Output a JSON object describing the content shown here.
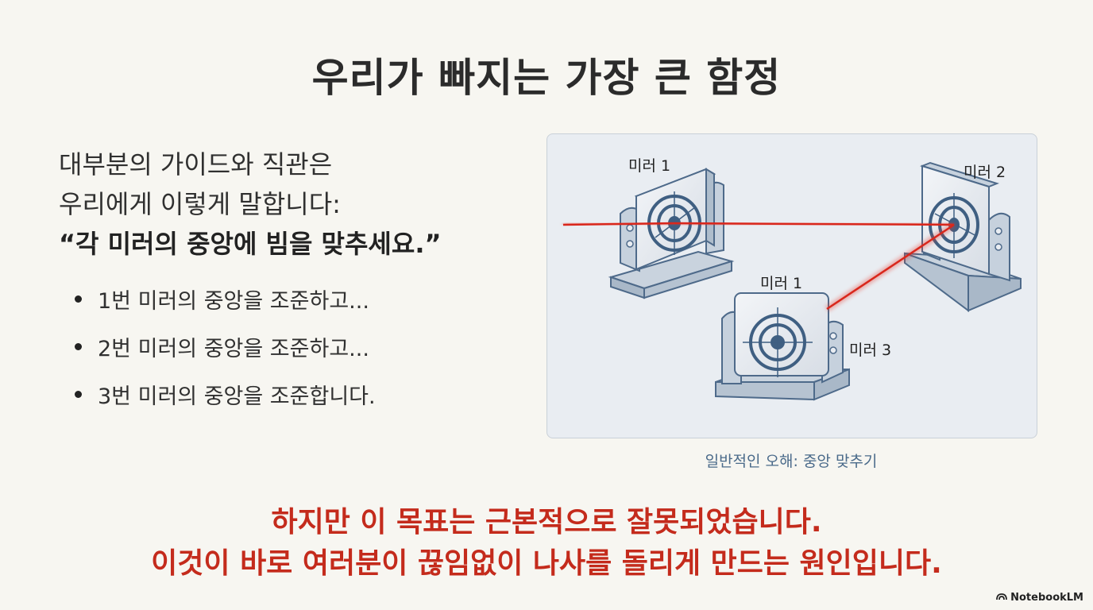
{
  "title": "우리가 빠지는 가장 큰 함정",
  "intro": {
    "line1": "대부분의 가이드와 직관은",
    "line2": "우리에게 이렇게 말합니다:",
    "quote": "“각 미러의 중앙에 빔을 맞추세요.”"
  },
  "bullets": [
    "1번 미러의 중앙을 조준하고...",
    "2번 미러의 중앙을 조준하고...",
    "3번 미러의 중앙을 조준합니다."
  ],
  "diagram": {
    "labels": {
      "mirror_top_left": "미러 1",
      "mirror_right": "미러 2",
      "mirror_bottom": "미러 1",
      "mirror_bottom_side": "미러 3"
    },
    "beam_color": "#d9271c",
    "caption": "일반적인 오해: 중앙 맞추기"
  },
  "warning": {
    "line1": "하지만 이 목표는 근본적으로 잘못되었습니다.",
    "line2": "이것이 바로 여러분이 끊임없이 나사를 돌리게 만드는 원인입니다."
  },
  "brand": {
    "icon": "notebooklm-icon",
    "name": "NotebookLM"
  }
}
